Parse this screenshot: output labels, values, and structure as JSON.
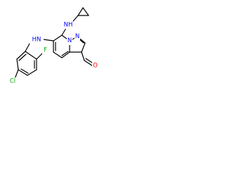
{
  "colors": {
    "bond": "#000000",
    "nitrogen": "#0000ff",
    "oxygen": "#ff0000",
    "chlorine": "#00aa00",
    "fluorine": "#00aa00"
  },
  "labels": {
    "nh_top": "NH",
    "n_ring_1": "N",
    "n_ring_2": "N",
    "nh_left": "HN",
    "oxygen": "O",
    "chlorine": "Cl",
    "fluorine": "F"
  }
}
